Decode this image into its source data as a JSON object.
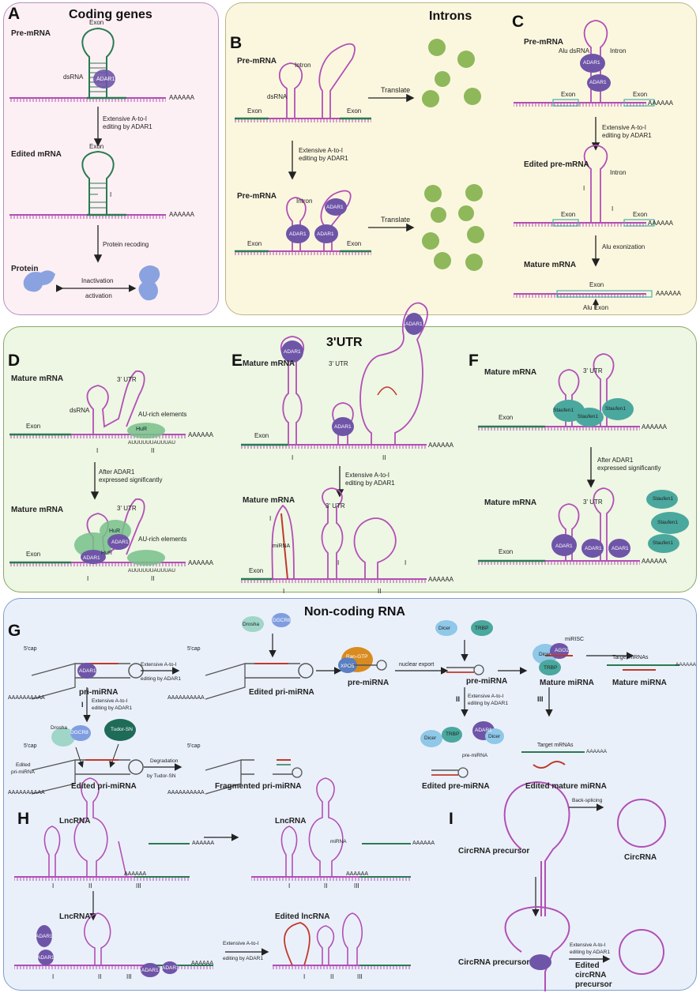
{
  "panel_a": {
    "letter": "A",
    "title": "Coding genes",
    "pre_mrna": "Pre-mRNA",
    "exon": "Exon",
    "dsrna": "dsRNA",
    "adar1": "ADAR1",
    "polya": "AAAAAA",
    "step1": "Extensive A-to-I",
    "step1b": "editing by ADAR1",
    "edited_mrna": "Edited mRNA",
    "exon2": "Exon",
    "i": "I",
    "polya2": "AAAAAA",
    "recoding": "Protein recoding",
    "protein": "Protein",
    "inactivation": "Inactivation",
    "activation": "activation"
  },
  "panel_b": {
    "letter": "B",
    "title": "Introns",
    "pre_mrna": "Pre-mRNA",
    "intron": "Intron",
    "dsrna": "dsRNA",
    "exon_l": "Exon",
    "exon_r": "Exon",
    "translate": "Translate",
    "step1": "Extensive A-to-I",
    "step1b": "editing by ADAR1",
    "pre_mrna2": "Pre-mRNA",
    "intron2": "Intron",
    "adar1_a": "ADAR1",
    "adar1_b": "ADAR1",
    "adar1_c": "ADAR1",
    "exon_l2": "Exon",
    "exon_r2": "Exon",
    "translate2": "Translate"
  },
  "panel_c": {
    "letter": "C",
    "pre_mrna": "Pre-mRNA",
    "alu_dsrna": "Alu dsRNA",
    "intron": "Intron",
    "adar1_a": "ADAR1",
    "adar1_b": "ADAR1",
    "exon_l": "Exon",
    "exon_r": "Exon",
    "polya": "AAAAAA",
    "step1": "Extensive A-to-I",
    "step1b": "editing by ADAR1",
    "edited": "Edited pre-mRNA",
    "intron2": "Intron",
    "i1": "I",
    "i2": "I",
    "exon_l2": "Exon",
    "exon_r2": "Exon",
    "polya2": "AAAAAA",
    "alu_exon": "Alu exonization",
    "mature": "Mature mRNA",
    "exon3": "Exon",
    "polya3": "AAAAAA",
    "alu_exon_label": "Alu Exon"
  },
  "utr": {
    "title": "3'UTR"
  },
  "panel_d": {
    "letter": "D",
    "mature": "Mature mRNA",
    "utr": "3' UTR",
    "dsrna": "dsRNA",
    "exon": "Exon",
    "au": "AU-rich elements",
    "hur": "HuR",
    "au_seq": "AUUUUUUAUUUAU",
    "polya": "AAAAAA",
    "r1": "I",
    "r2": "II",
    "step": "After ADAR1",
    "stepb": "expressed significantly",
    "mature2": "Mature mRNA",
    "utr2": "3' UTR",
    "hur2": "HuR",
    "hur3": "HuR",
    "adar1_a": "ADAR1",
    "adar1_b": "ADAR1",
    "au2": "AU-rich elements",
    "au_seq2": "AUUUUUUAUUUAU",
    "exon2": "Exon",
    "polya2": "AAAAAA",
    "r3": "I",
    "r4": "II"
  },
  "panel_e": {
    "letter": "E",
    "mature": "Mature mRNA",
    "utr": "3' UTR",
    "adar1_a": "ADAR1",
    "adar1_b": "ADAR1",
    "adar1_c": "ADAR1",
    "exon": "Exon",
    "polya": "AAAAAA",
    "r1": "I",
    "r2": "II",
    "step": "Extensive A-to-I",
    "stepb": "editing by ADAR1",
    "mature2": "Mature mRNA",
    "utr2": "3' UTR",
    "i": "I",
    "mirna": "miRNA",
    "exon2": "Exon",
    "polya2": "AAAAAA",
    "r3": "I",
    "r4": "II",
    "i2": "I",
    "i3": "I"
  },
  "panel_f": {
    "letter": "F",
    "mature": "Mature mRNA",
    "utr": "3' UTR",
    "stau_a": "Staufen1",
    "stau_b": "Staufen1",
    "stau_c": "Staufen1",
    "exon": "Exon",
    "polya": "AAAAAA",
    "step": "After ADAR1",
    "stepb": "expressed significantly",
    "mature2": "Mature mRNA",
    "utr2": "3' UTR",
    "stau_d": "Staufen1",
    "stau_e": "Staufen1",
    "stau_f": "Staufen1",
    "adar1_a": "ADAR1",
    "adar1_b": "ADAR1",
    "adar1_c": "ADAR1",
    "exon2": "Exon",
    "polya2": "AAAAAA"
  },
  "ncrna": {
    "title": "Non-coding RNA"
  },
  "panel_g": {
    "letter": "G",
    "cap1": "5'cap",
    "polya1": "AAAAAAAAAA",
    "adar1": "ADAR1",
    "pri": "pri-miRNA",
    "step1": "Extensive A-to-I",
    "step1b": "editing by ADAR1",
    "cap2": "5'cap",
    "drosha": "Drosha",
    "dgcr8": "DGCR8",
    "polya2": "AAAAAAAAAA",
    "edited_pri": "Edited pri-miRNA",
    "ran": "Ran-GTP",
    "exp5": "XPO5",
    "pre": "pre-miRNA",
    "export": "nuclear export",
    "dicer": "Dicer",
    "trbp": "TRBP",
    "pre2": "pre-miRNA",
    "mirisc": "miRISC",
    "dicer2": "Dicer",
    "ago2": "AGO2",
    "trbp2": "TRBP",
    "mature": "Mature miRNA",
    "target": "Target mRNAs",
    "polya_t": "AAAAAA",
    "mature2": "Mature miRNA",
    "r1": "I",
    "step2": "Extensive A-to-I",
    "step2b": "editing by ADAR1",
    "drosha2": "Drosha",
    "dgcr8_2": "DGCR8",
    "tudor": "Tudor-SN",
    "cap3": "5'cap",
    "edited_pri_label": "Edited",
    "edited_pri_label2": "pri-miRNA",
    "polya3": "AAAAAAAAAA",
    "edited_pri2": "Edited pri-miRNA",
    "degrad": "Degradation",
    "degradb": "by Tudor-SN",
    "cap4": "5'cap",
    "polya4": "AAAAAAAAAA",
    "frag": "Fragmented pri-miRNA",
    "r2": "II",
    "step3": "Extensive A-to-I",
    "step3b": "editing by ADAR1",
    "dicer3": "Dicer",
    "trbp3": "TRBP",
    "adar1_b": "ADAR1",
    "dicer4": "Dicer",
    "pre3": "pre-miRNA",
    "edited_pre": "Edited pre-miRNA",
    "r3": "III",
    "target2": "Target mRNAs",
    "polya_t2": "AAAAAA",
    "edited_mature": "Edited mature miRNA"
  },
  "panel_h": {
    "letter": "H",
    "lnc1": "LncRNA",
    "polya1": "AAAAAA",
    "polya1b": "AAAAAA",
    "r1": "I",
    "r2": "II",
    "r3": "III",
    "lnc2": "LncRNA",
    "mirna": "miRNA",
    "polya2": "AAAAAA",
    "polya2b": "AAAAAA",
    "r4": "I",
    "r5": "II",
    "r6": "III",
    "lnc3": "LncRNA",
    "adar_a": "ADAR1",
    "adar_b": "ADAR1",
    "adar_c": "ADAR1",
    "adar_d": "ADAR1",
    "polya3": "AAAAAA",
    "r7": "I",
    "r8": "II",
    "r9": "III",
    "step": "Extensive A-to-I",
    "stepb": "editing by ADAR1",
    "edited": "Edited lncRNA",
    "r10": "I",
    "r11": "II",
    "r12": "III"
  },
  "panel_i": {
    "letter": "I",
    "precursor": "CircRNA precursor",
    "back": "Back-splicing",
    "circ": "CircRNA",
    "precursor2": "CircRNA precursor",
    "step": "Extensive A-to-I",
    "stepb": "editing by ADAR1",
    "edited1": "Edited",
    "edited2": "circRNA",
    "edited3": "precursor"
  },
  "colors": {
    "rna": "#b24fb5",
    "exon": "#2a7a52",
    "adar": "#6f55a8",
    "protein": "#8fb85a",
    "mirna": "#c0392b",
    "staufen": "#4aa89e"
  }
}
